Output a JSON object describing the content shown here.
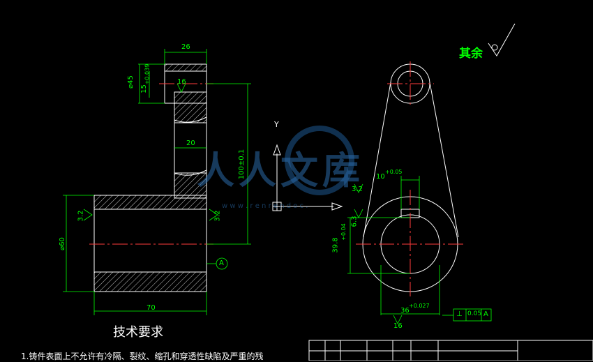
{
  "drawing": {
    "surface_finish_note": "其余",
    "tech_requirements_title": "技术要求",
    "note_1": "1.铸件表面上不允许有冷隔、裂纹、缩孔和穿透性缺陷及严重的残",
    "ucs_y_label": "Y",
    "datum_label": "A",
    "colors": {
      "background": "#000000",
      "dimension": "#00ff00",
      "outline": "#ffffff",
      "centerline": "#ff0000",
      "hatch": "#ffffff"
    }
  },
  "dimensions": {
    "top_width": "26",
    "left_dia": "⌀45",
    "left_dia_tol": "+0.039",
    "left_dia_sub": "15",
    "rough_16_top": "16",
    "inner_width": "20",
    "height_total": "100±0.1",
    "rough_32_left": "3.2",
    "rough_32_mid": "3.2",
    "dia_60": "⌀60",
    "bottom_width": "70",
    "rough_32_right": "3.2",
    "rough_63": "6.3",
    "keyway_width": "10",
    "keyway_tol": "+0.05",
    "keyway_depth": "39.8",
    "keyway_depth_tol": "+0.04",
    "bore_dia": "36",
    "bore_tol": "+0.027",
    "rough_16_bottom": "16",
    "perp_symbol": "⊥",
    "perp_value": "0.05",
    "perp_datum": "A"
  },
  "watermark": {
    "text": "人人文库",
    "url": "w w w . r e n r e n d o c ."
  }
}
